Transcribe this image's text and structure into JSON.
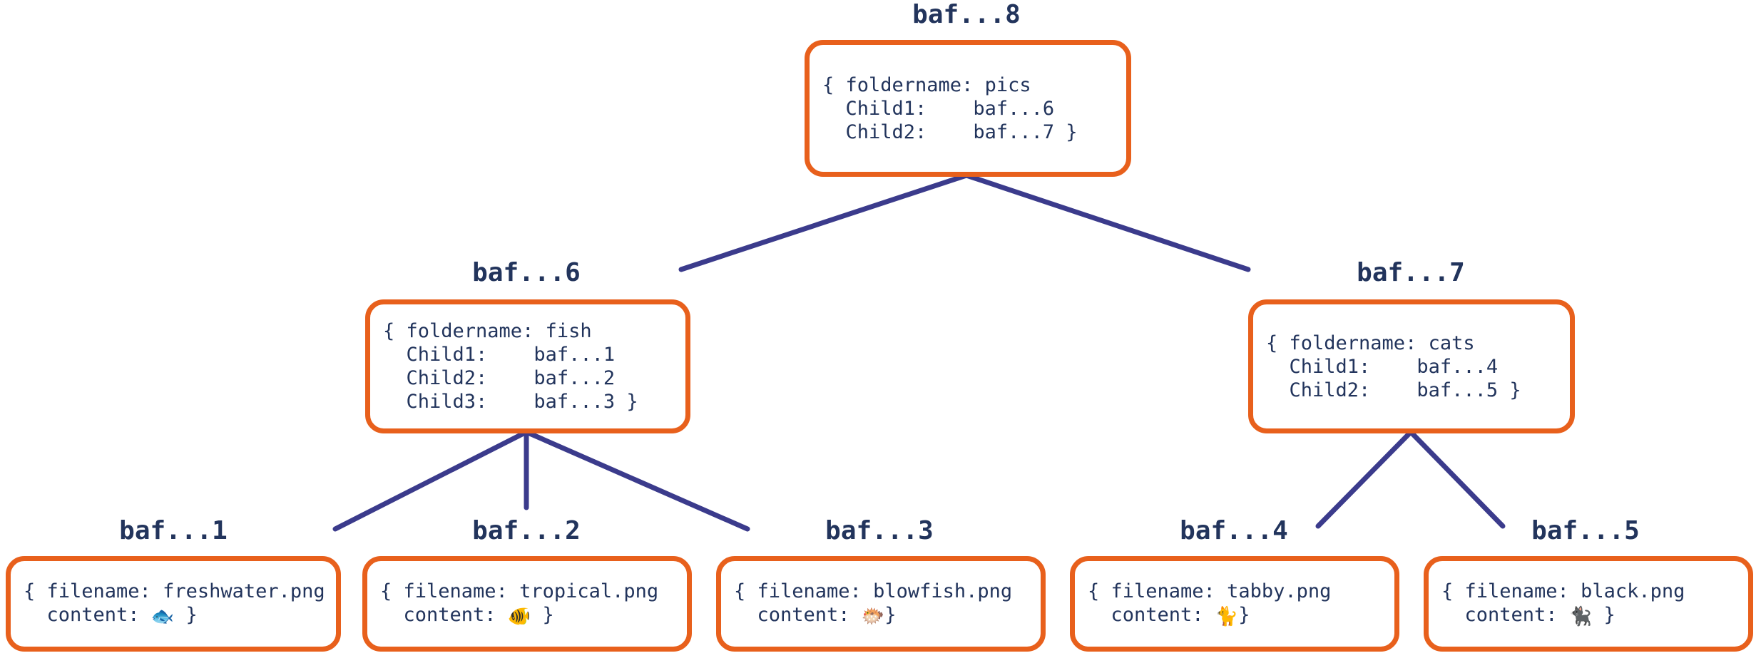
{
  "diagram": {
    "title": "merkle-dag-folder-tree",
    "colors": {
      "box_border": "#e8601c",
      "text": "#22345c",
      "edge": "#3b3b8c",
      "background": "#ffffff"
    },
    "nodes": [
      {
        "id": "root",
        "label": "baf...8",
        "kind": "folder",
        "rows": [
          "{ foldername: pics",
          "  Child1:    baf...6",
          "  Child2:    baf...7 }"
        ],
        "fields": {
          "foldername": "pics",
          "Child1": "baf...6",
          "Child2": "baf...7"
        }
      },
      {
        "id": "fish",
        "label": "baf...6",
        "kind": "folder",
        "rows": [
          "{ foldername: fish",
          "  Child1:    baf...1",
          "  Child2:    baf...2",
          "  Child3:    baf...3 }"
        ],
        "fields": {
          "foldername": "fish",
          "Child1": "baf...1",
          "Child2": "baf...2",
          "Child3": "baf...3"
        }
      },
      {
        "id": "cats",
        "label": "baf...7",
        "kind": "folder",
        "rows": [
          "{ foldername: cats",
          "  Child1:    baf...4",
          "  Child2:    baf...5 }"
        ],
        "fields": {
          "foldername": "cats",
          "Child1": "baf...4",
          "Child2": "baf...5"
        }
      },
      {
        "id": "freshwater",
        "label": "baf...1",
        "kind": "file",
        "rows": [
          "{ filename: freshwater.png",
          "  content: "
        ],
        "emoji": "🐟",
        "emoji_name": "fish-emoji",
        "close": " }",
        "fields": {
          "filename": "freshwater.png",
          "content": "🐟"
        }
      },
      {
        "id": "tropical",
        "label": "baf...2",
        "kind": "file",
        "rows": [
          "{ filename: tropical.png",
          "  content: "
        ],
        "emoji": "🐠",
        "emoji_name": "tropical-fish-emoji",
        "close": " }",
        "fields": {
          "filename": "tropical.png",
          "content": "🐠"
        }
      },
      {
        "id": "blowfish",
        "label": "baf...3",
        "kind": "file",
        "rows": [
          "{ filename: blowfish.png",
          "  content: "
        ],
        "emoji": "🐡",
        "emoji_name": "blowfish-emoji",
        "close": "}",
        "fields": {
          "filename": "blowfish.png",
          "content": "🐡"
        }
      },
      {
        "id": "tabby",
        "label": "baf...4",
        "kind": "file",
        "rows": [
          "{ filename: tabby.png",
          "  content: "
        ],
        "emoji": "🐈",
        "emoji_name": "cat-emoji",
        "close": "}",
        "fields": {
          "filename": "tabby.png",
          "content": "🐈"
        }
      },
      {
        "id": "black",
        "label": "baf...5",
        "kind": "file",
        "rows": [
          "{ filename: black.png",
          "  content: "
        ],
        "emoji": "🐈‍⬛",
        "emoji_name": "black-cat-emoji",
        "close": " }",
        "fields": {
          "filename": "black.png",
          "content": "🐈‍⬛"
        }
      }
    ],
    "edges": [
      {
        "from": "root",
        "to": "fish"
      },
      {
        "from": "root",
        "to": "cats"
      },
      {
        "from": "fish",
        "to": "freshwater"
      },
      {
        "from": "fish",
        "to": "tropical"
      },
      {
        "from": "fish",
        "to": "blowfish"
      },
      {
        "from": "cats",
        "to": "tabby"
      },
      {
        "from": "cats",
        "to": "black"
      }
    ]
  }
}
